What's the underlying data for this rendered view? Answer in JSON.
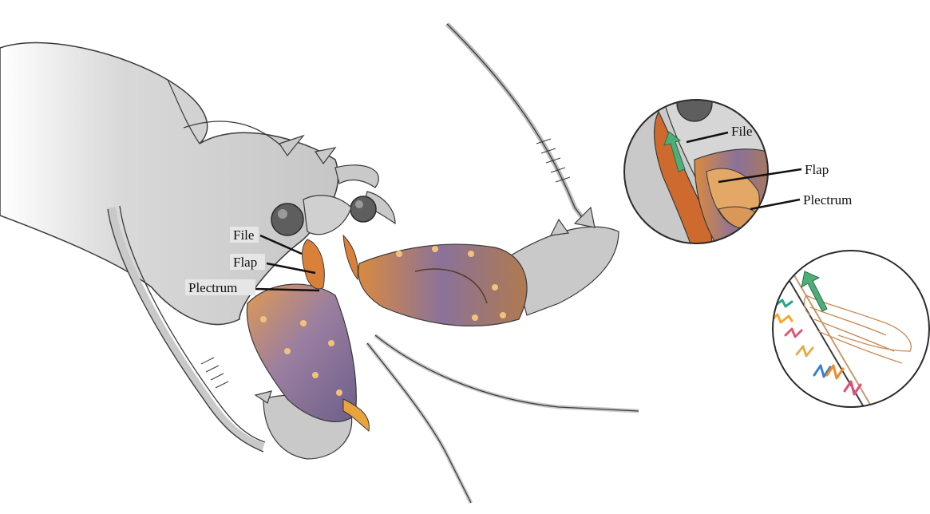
{
  "main_view": {
    "labels": {
      "file": "File",
      "flap": "Flap",
      "plectrum": "Plectrum"
    }
  },
  "inset_zoom": {
    "labels": {
      "file": "File",
      "flap": "Flap",
      "plectrum": "Plectrum"
    }
  },
  "inset_mechanism": {
    "arrow_color": "#4caf7a",
    "vibration_colors": [
      "#2aa58a",
      "#f2a92c",
      "#e0556f",
      "#e0b04a",
      "#3b82c4",
      "#f08a2c",
      "#e24d7a"
    ]
  },
  "colors": {
    "body_grey": "#c9c9c9",
    "outline": "#3a3a3a",
    "orange": "#d98a3f",
    "purple": "#7e6a92",
    "label_bg": "#e6e6e6"
  }
}
